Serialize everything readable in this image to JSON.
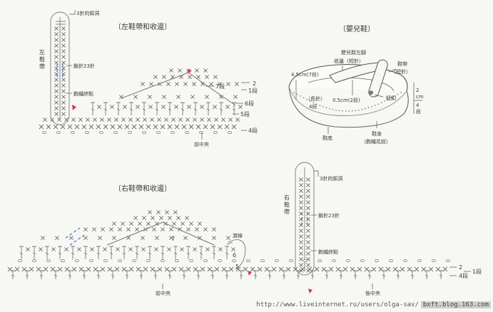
{
  "left_strap": {
    "title": "〔左鞋帶和收邊〕",
    "side_label": "左鞋帶",
    "buttonhole": "3針的釦洞",
    "chain_count": "鎖針23針",
    "end_point": "鉤織終點",
    "front_center": "前中央",
    "rows": {
      "r1": "1段",
      "r2": "2",
      "r4": "4段",
      "r5": "5段",
      "r6": "6段",
      "r7": "7段"
    }
  },
  "baby_shoe": {
    "title": "〔嬰兒鞋〕",
    "top_label_1": "嬰兒鞋左腳",
    "top_label_2": "收邊（短針）",
    "strap_label_1": "鞋帶",
    "strap_label_2": "（短針）",
    "height_label": "4.5cm(7段)",
    "inner_height": "0.5cm(2段)",
    "button": "鈕釦",
    "long_label_1": "（長針）",
    "long_label_2": "4段",
    "width_num": "2",
    "width_unit": "cm",
    "width_rows": "4",
    "width_rows_unit": "段",
    "sole": "鞋底",
    "body_1": "鞋身",
    "body_2": "（鉤織花紋）"
  },
  "right_strap": {
    "title": "〔右鞋帶和收邊〕",
    "side_label": "右鞋帶",
    "buttonhole": "3針的釦洞",
    "chain_count": "鎖針23針",
    "end_point": "鉤織終點",
    "transfer": "渡線",
    "front_center": "前中央",
    "back_center": "後中央",
    "rows": {
      "r1": "1段",
      "r2": "2",
      "r4": "4段",
      "r5": "5",
      "r6": "6",
      "r7": "7"
    }
  },
  "footer": {
    "url": "http://www.liveinternet.ru/users/olga-sav/",
    "badge": "bxft.blog.163.com"
  },
  "colors": {
    "line": "#6b6b6b",
    "marker": "#d33b45",
    "dash": "#4a72c4"
  }
}
